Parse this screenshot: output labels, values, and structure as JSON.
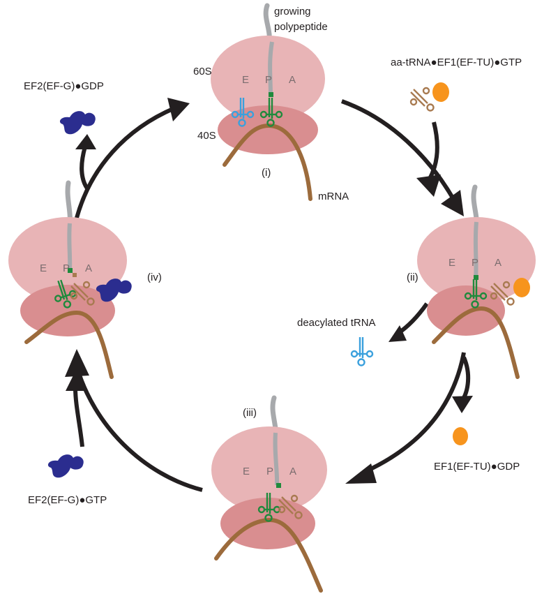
{
  "labels": {
    "growing_line1": "growing",
    "growing_line2": "polypeptide",
    "subunit_60s": "60S",
    "subunit_40s": "40S",
    "aa_trna_complex": "aa-tRNA●EF1(EF-TU)●GTP",
    "ef2_gdp": "EF2(EF-G)●GDP",
    "mrna": "mRNA",
    "deacylated_trna": "deacylated tRNA",
    "ef1_gdp": "EF1(EF-TU)●GDP",
    "ef2_gtp": "EF2(EF-G)●GTP"
  },
  "steps": {
    "i": "(i)",
    "ii": "(ii)",
    "iii": "(iii)",
    "iv": "(iv)"
  },
  "sites": {
    "e": "E",
    "p": "P",
    "a": "A"
  },
  "colors": {
    "large_subunit": "#e8b4b6",
    "small_subunit": "#d98e90",
    "mrna": "#9c6b3c",
    "polypeptide": "#a7a9ac",
    "p_site_trna": "#1f8a3c",
    "a_site_trna": "#a87a50",
    "e_site_trna": "#3aa0dd",
    "ef_tu": "#f7941d",
    "ef_g": "#2b2d8f",
    "arrow": "#231f20"
  }
}
